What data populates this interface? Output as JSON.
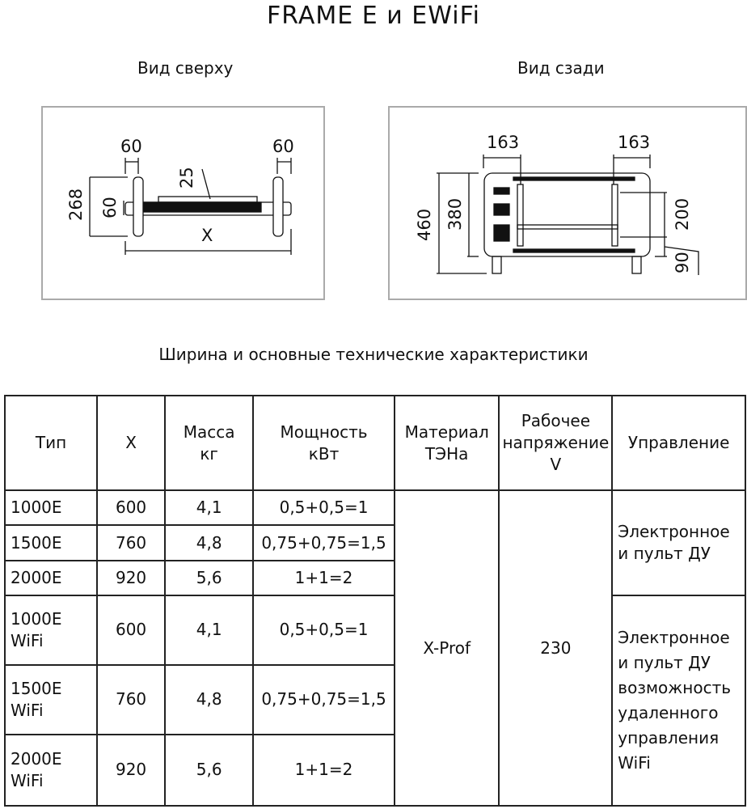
{
  "title": "FRAME E и EWiFi",
  "views": {
    "top": {
      "caption": "Вид сверху",
      "dims": {
        "bracket_left": "60",
        "bracket_right": "60",
        "height": "268",
        "depth": "60",
        "gap": "25",
        "width": "X"
      }
    },
    "back": {
      "caption": "Вид сзади",
      "dims": {
        "offset_left": "163",
        "offset_right": "163",
        "total_height": "460",
        "body_height": "380",
        "mount_spacing": "200",
        "floor_clearance": "90"
      }
    }
  },
  "subtitle": "Ширина и основные технические характеристики",
  "table": {
    "headers": {
      "type": "Тип",
      "x": "X",
      "mass": [
        "Масса",
        "кг"
      ],
      "power": [
        "Мощность",
        "кВт"
      ],
      "material": [
        "Материал",
        "ТЭНа"
      ],
      "voltage": [
        "Рабочее",
        "напряжение",
        "V"
      ],
      "control": "Управление"
    },
    "rows": [
      {
        "type": [
          "1000E"
        ],
        "x": "600",
        "mass": "4,1",
        "power": "0,5+0,5=1"
      },
      {
        "type": [
          "1500E"
        ],
        "x": "760",
        "mass": "4,8",
        "power": "0,75+0,75=1,5"
      },
      {
        "type": [
          "2000E"
        ],
        "x": "920",
        "mass": "5,6",
        "power": "1+1=2"
      },
      {
        "type": [
          "1000E",
          "WiFi"
        ],
        "x": "600",
        "mass": "4,1",
        "power": "0,5+0,5=1"
      },
      {
        "type": [
          "1500E",
          "WiFi"
        ],
        "x": "760",
        "mass": "4,8",
        "power": "0,75+0,75=1,5"
      },
      {
        "type": [
          "2000E",
          "WiFi"
        ],
        "x": "920",
        "mass": "5,6",
        "power": "1+1=2"
      }
    ],
    "material": "X-Prof",
    "voltage": "230",
    "control_e": [
      "Электронное",
      "и пульт ДУ"
    ],
    "control_wifi": [
      "Электронное",
      "и пульт ДУ",
      "возможность",
      "удаленного",
      "управления",
      "WiFi"
    ]
  }
}
